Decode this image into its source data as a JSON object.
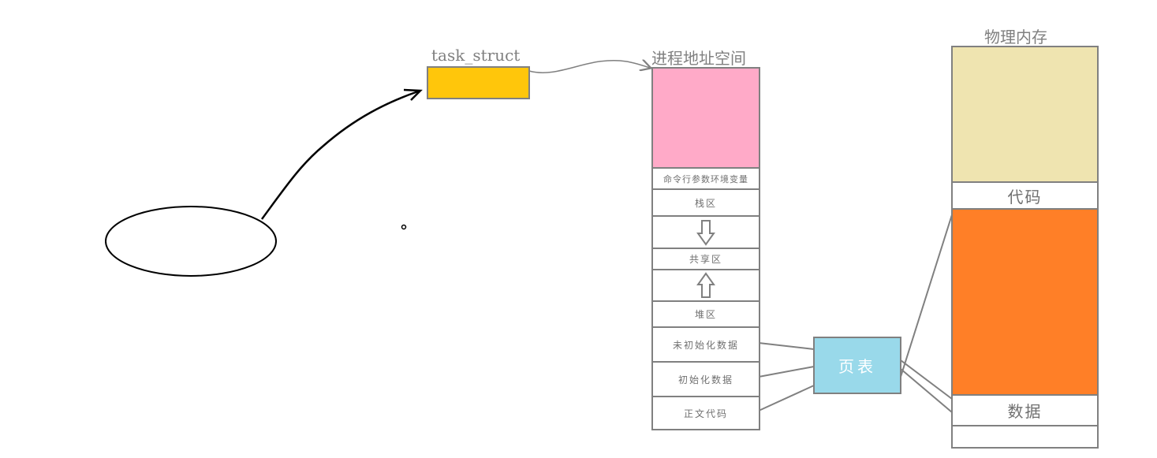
{
  "task_struct": {
    "label": "task_struct",
    "color": "#FFC60B"
  },
  "address_space": {
    "title": "进程地址空间",
    "top_color": "#FFAAC8",
    "regions": [
      "命令行参数环境变量",
      "栈区",
      "共享区",
      "堆区",
      "未初始化数据",
      "初始化数据",
      "正文代码"
    ]
  },
  "page_table": {
    "label": "页表",
    "color": "#99D9EA"
  },
  "physical_memory": {
    "title": "物理内存",
    "top_color": "#EFE4B0",
    "middle_color": "#FF7F27",
    "code_label": "代码",
    "data_label": "数据"
  }
}
